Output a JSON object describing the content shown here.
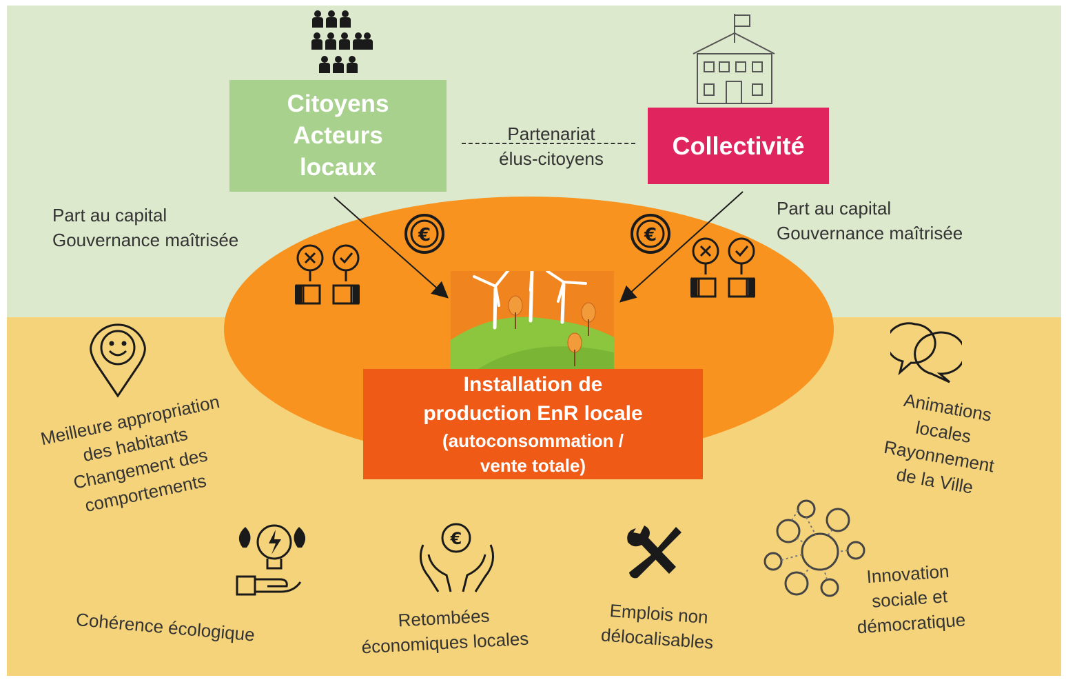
{
  "citizens_box": {
    "line1": "Citoyens",
    "line2": "Acteurs",
    "line3": "locaux"
  },
  "collectivity_box": {
    "label": "Collectivité"
  },
  "partnership": {
    "line1": "Partenariat",
    "line2": "élus-citoyens"
  },
  "left_note": {
    "line1": "Part au capital",
    "line2": "Gouvernance maîtrisée"
  },
  "right_note": {
    "line1": "Part au capital",
    "line2": "Gouvernance maîtrisée"
  },
  "installation_box": {
    "line1": "Installation de",
    "line2": "production EnR locale",
    "line3": "(autoconsommation /",
    "line4": "vente totale)"
  },
  "benefits": {
    "appropriation": {
      "line1": "Meilleure appropriation",
      "line2": "des habitants",
      "line3": "Changement des",
      "line4": "comportements"
    },
    "animations": {
      "line1": "Animations",
      "line2": "locales",
      "line3": "Rayonnement",
      "line4": "de la Ville"
    },
    "ecology": {
      "line1": "Cohérence écologique"
    },
    "economy": {
      "line1": "Retombées",
      "line2": "économiques locales"
    },
    "jobs": {
      "line1": "Emplois non",
      "line2": "délocalisables"
    },
    "innovation": {
      "line1": "Innovation",
      "line2": "sociale et",
      "line3": "démocratique"
    }
  },
  "icons": [
    "people-group-icon",
    "town-hall-icon",
    "euro-coin-icon",
    "vote-hands-icon",
    "wind-turbine-icon",
    "smiley-pin-icon",
    "chat-bubbles-icon",
    "eco-bulb-hand-icon",
    "euro-hands-icon",
    "tools-icon",
    "network-icon"
  ],
  "colors": {
    "top_background": "#dde9cc",
    "bottom_background": "#f5d37a",
    "ellipse": "#f7931e",
    "citizens": "#a9d18e",
    "collectivity": "#e0245e",
    "installation": "#ef5a17"
  }
}
